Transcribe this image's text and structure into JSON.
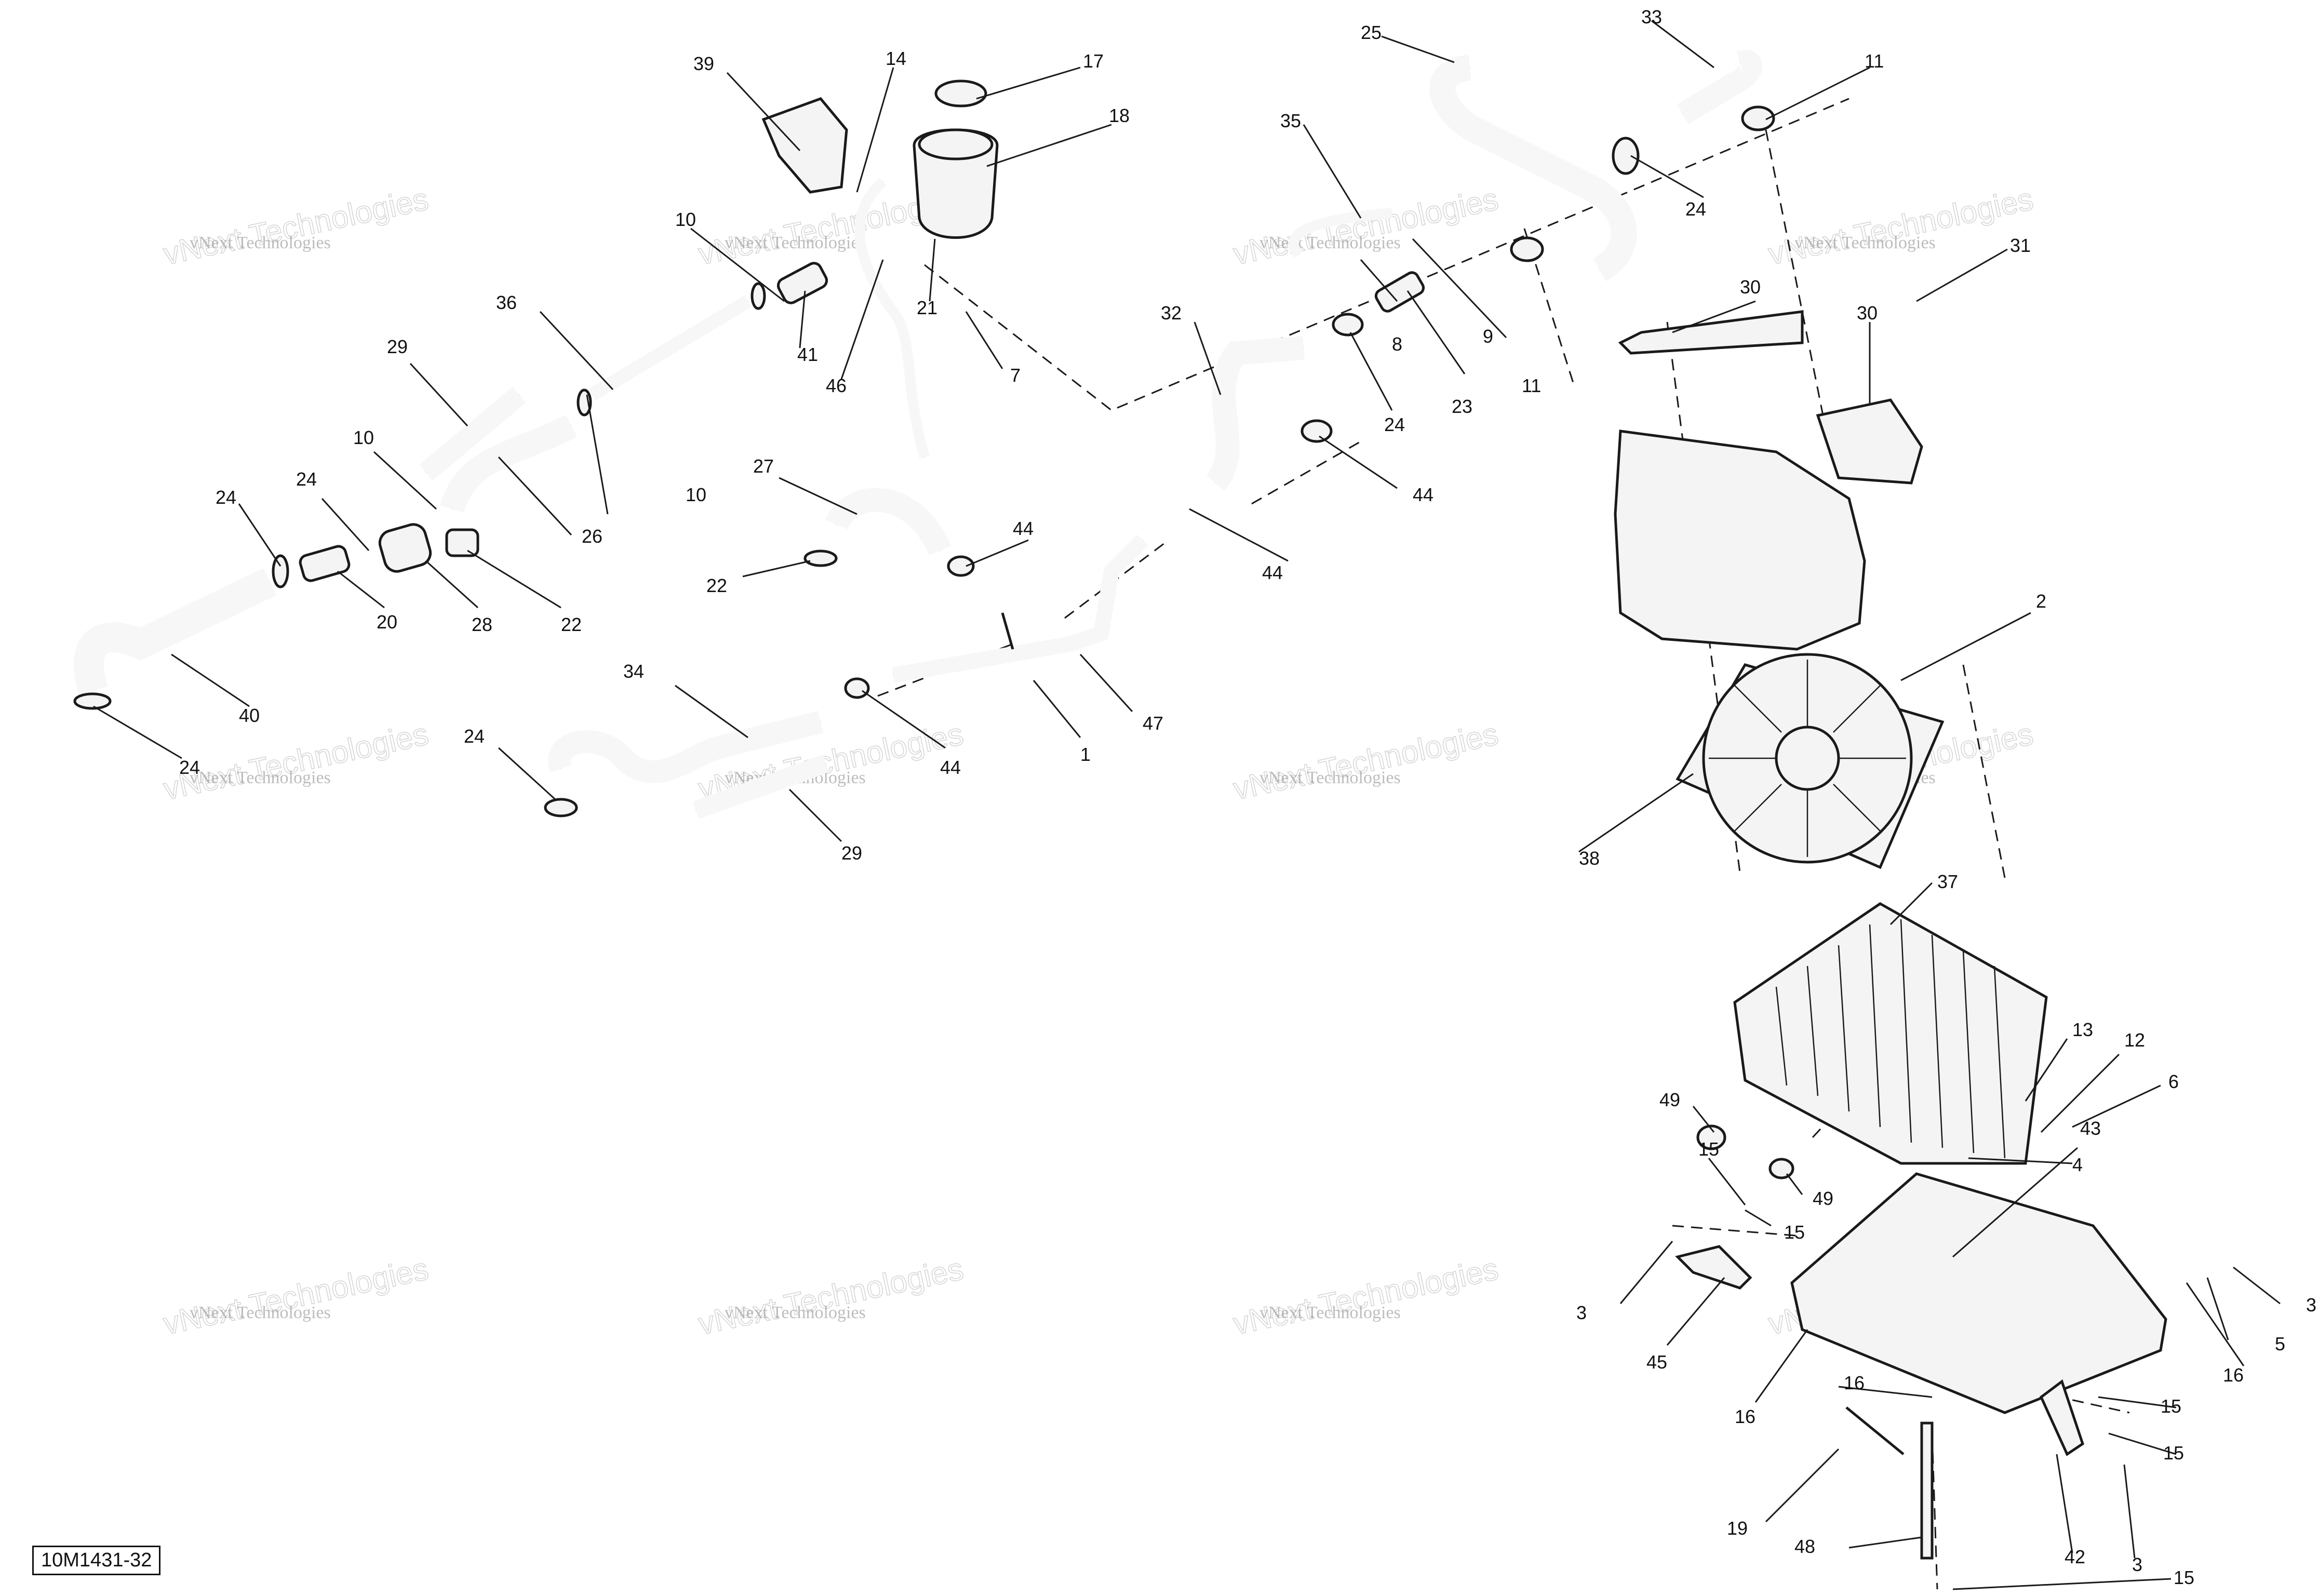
{
  "diagram_reference": "10M1431-32",
  "watermark_text": "vNext Technologies",
  "callouts": {
    "c1": "1",
    "c2": "2",
    "c3a": "3",
    "c3b": "3",
    "c3c": "3",
    "c4": "4",
    "c5": "5",
    "c6": "6",
    "c7": "7",
    "c8": "8",
    "c9": "9",
    "c10a": "10",
    "c10b": "10",
    "c10c": "10",
    "c11a": "11",
    "c11b": "11",
    "c12": "12",
    "c13": "13",
    "c14": "14",
    "c15a": "15",
    "c15b": "15",
    "c15c": "15",
    "c15d": "15",
    "c15e": "15",
    "c16a": "16",
    "c16b": "16",
    "c16c": "16",
    "c17": "17",
    "c18": "18",
    "c19": "19",
    "c20": "20",
    "c21": "21",
    "c22a": "22",
    "c22b": "22",
    "c23": "23",
    "c24a": "24",
    "c24b": "24",
    "c24c": "24",
    "c24d": "24",
    "c24e": "24",
    "c24f": "24",
    "c25": "25",
    "c26": "26",
    "c27": "27",
    "c28": "28",
    "c29a": "29",
    "c29b": "29",
    "c30a": "30",
    "c30b": "30",
    "c31": "31",
    "c32": "32",
    "c33": "33",
    "c34": "34",
    "c35": "35",
    "c36": "36",
    "c37": "37",
    "c38": "38",
    "c39": "39",
    "c40": "40",
    "c41": "41",
    "c42": "42",
    "c43": "43",
    "c44a": "44",
    "c44b": "44",
    "c44c": "44",
    "c44d": "44",
    "c45": "45",
    "c46": "46",
    "c47": "47",
    "c48": "48",
    "c49a": "49",
    "c49b": "49"
  }
}
